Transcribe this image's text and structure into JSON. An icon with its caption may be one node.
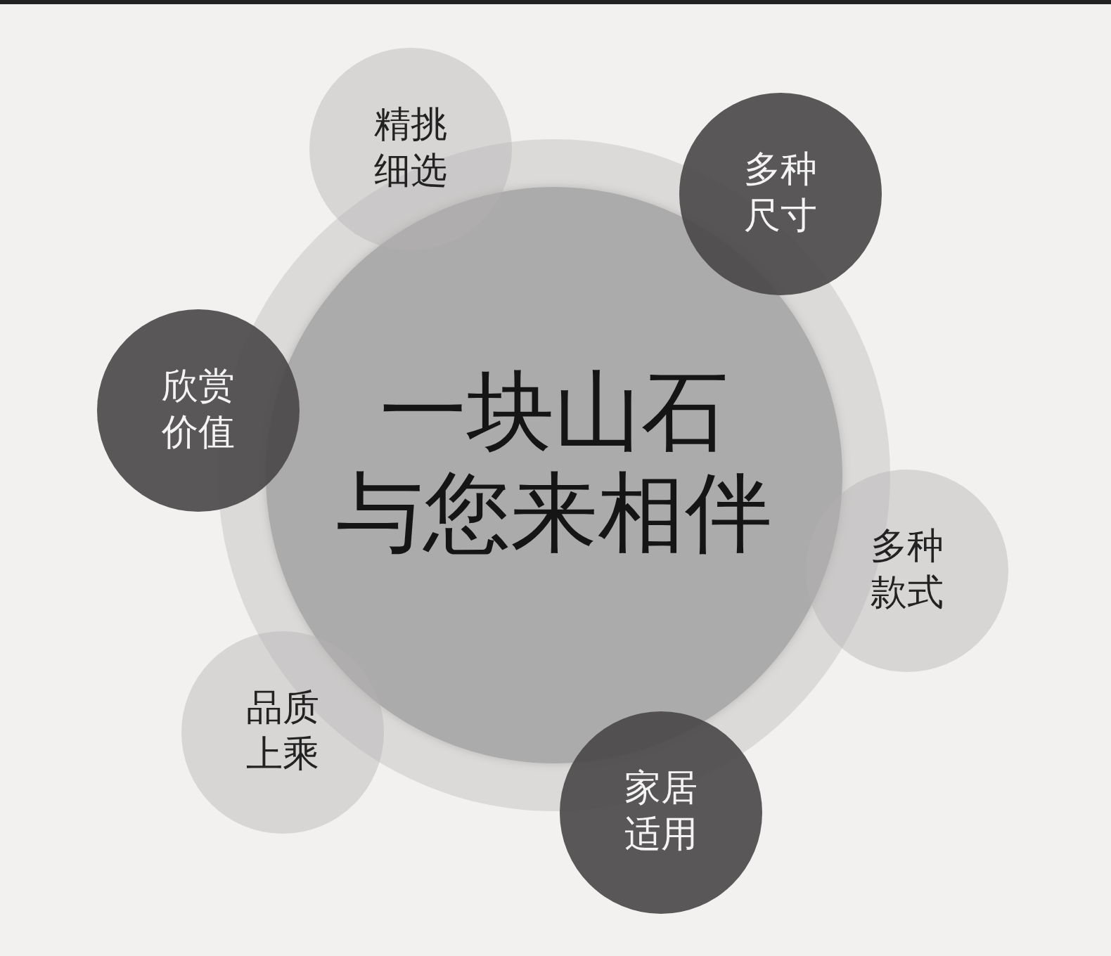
{
  "diagram": {
    "nodes": [
      {
        "text": [],
        "shape": "circle"
      },
      {
        "text": [
          "一块山石",
          "与您来相伴"
        ],
        "in": 0
      },
      {
        "text": [
          "精挑细选"
        ]
      },
      {
        "text": [
          "多种尺寸"
        ]
      },
      {
        "text": [
          "欣赏价值"
        ]
      },
      {
        "text": [
          "多种款式"
        ]
      },
      {
        "text": [
          "品质上乘"
        ]
      },
      {
        "text": [
          "家居适用"
        ]
      }
    ]
  }
}
